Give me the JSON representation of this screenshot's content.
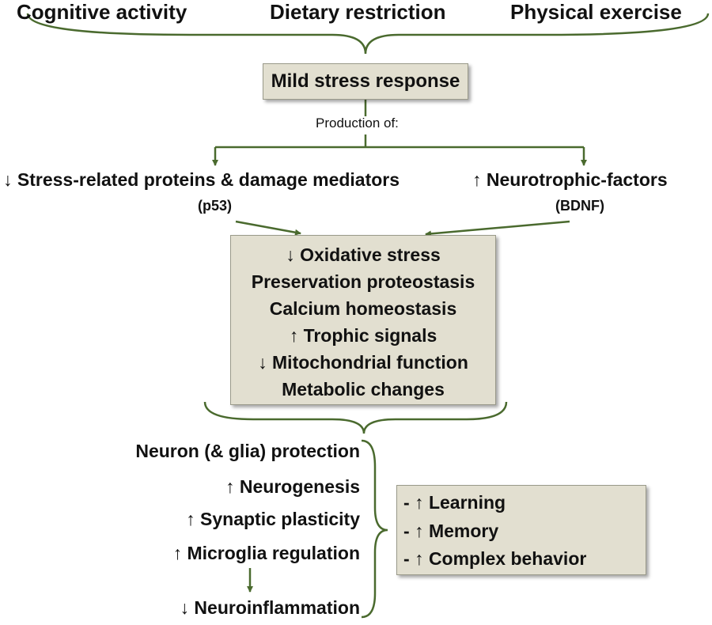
{
  "inputs": [
    "Cognitive activity",
    "Dietary restriction",
    "Physical exercise"
  ],
  "stress_box": "Mild stress response",
  "production_label": "Production of:",
  "left_branch": {
    "title": "↓ Stress-related proteins & damage mediators",
    "sub": "(p53)"
  },
  "right_branch": {
    "title": "↑ Neurotrophic-factors",
    "sub": "(BDNF)"
  },
  "mechanisms": [
    "↓ Oxidative stress",
    "Preservation proteostasis",
    "Calcium homeostasis",
    "↑ Trophic  signals",
    "↓ Mitochondrial function",
    "Metabolic changes"
  ],
  "effects": [
    "Neuron (& glia) protection",
    "↑ Neurogenesis",
    "↑ Synaptic plasticity",
    "↑ Microglia regulation",
    "↓ Neuroinflammation"
  ],
  "outcomes": [
    "- ↑ Learning",
    "- ↑ Memory",
    "- ↑ Complex behavior"
  ],
  "colors": {
    "connector": "#4a6a2e",
    "box_fill": "#e2dfd0"
  }
}
